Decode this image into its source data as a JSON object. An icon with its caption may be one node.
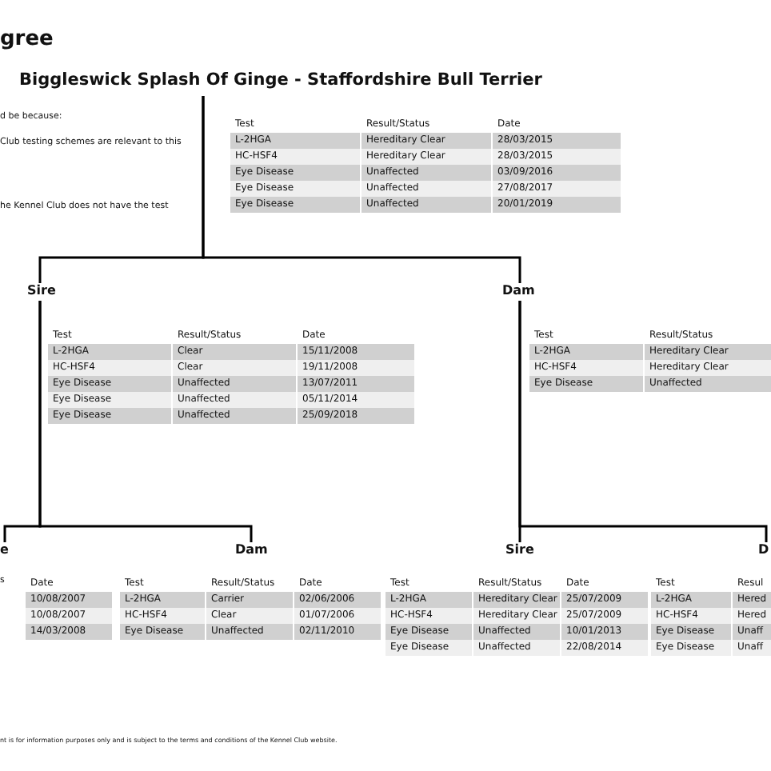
{
  "diagram": {
    "title": "gree",
    "nodes": [
      {
        "text": [
          "Biggleswick Splash Of Ginge - Staffordshire Bull Terrier"
        ]
      },
      {
        "text": [
          "Sire"
        ]
      },
      {
        "text": [
          "Dam"
        ]
      },
      {
        "text": [
          "e"
        ]
      },
      {
        "text": [
          "Dam"
        ]
      },
      {
        "text": [
          "Sire"
        ]
      },
      {
        "text": [
          "D"
        ]
      }
    ],
    "edges": [
      {
        "from": 0,
        "to": 1,
        "arrow": "none"
      },
      {
        "from": 0,
        "to": 2,
        "arrow": "none"
      },
      {
        "from": 1,
        "to": 3,
        "arrow": "none"
      },
      {
        "from": 1,
        "to": 4,
        "arrow": "none"
      },
      {
        "from": 2,
        "to": 5,
        "arrow": "none"
      },
      {
        "from": 2,
        "to": 6,
        "arrow": "none"
      }
    ],
    "labels": [
      "d be because:",
      "Club testing schemes are relevant to this",
      "he Kennel Club does not have the test",
      "Test",
      "Result/Status",
      "Date",
      "L-2HGA",
      "Hereditary Clear",
      "28/03/2015",
      "HC-HSF4",
      "Hereditary Clear",
      "28/03/2015",
      "Eye Disease",
      "Unaffected",
      "03/09/2016",
      "Eye Disease",
      "Unaffected",
      "27/08/2017",
      "Eye Disease",
      "Unaffected",
      "20/01/2019",
      "Test",
      "Result/Status",
      "Date",
      "L-2HGA",
      "Clear",
      "15/11/2008",
      "HC-HSF4",
      "Clear",
      "19/11/2008",
      "Eye Disease",
      "Unaffected",
      "13/07/2011",
      "Eye Disease",
      "Unaffected",
      "05/11/2014",
      "Eye Disease",
      "Unaffected",
      "25/09/2018",
      "Test",
      "Result/Status",
      "L-2HGA",
      "Hereditary Clear",
      "HC-HSF4",
      "Hereditary Clear",
      "Eye Disease",
      "Unaffected",
      "s",
      "Date",
      "10/08/2007",
      "10/08/2007",
      "14/03/2008",
      "Test",
      "Result/Status",
      "Date",
      "L-2HGA",
      "Carrier",
      "02/06/2006",
      "HC-HSF4",
      "Clear",
      "01/07/2006",
      "Eye Disease",
      "Unaffected",
      "02/11/2010",
      "Test",
      "Result/Status",
      "Date",
      "L-2HGA",
      "Hereditary Clear",
      "25/07/2009",
      "HC-HSF4",
      "Hereditary Clear",
      "25/07/2009",
      "Eye Disease",
      "Unaffected",
      "10/01/2013",
      "Eye Disease",
      "Unaffected",
      "22/08/2014",
      "Test",
      "Resul",
      "L-2HGA",
      "Hered",
      "HC-HSF4",
      "Hered",
      "Eye Disease",
      "Unaff",
      "Eye Disease",
      "Unaff",
      "nt is for information purposes only and is subject to the terms and conditions of the Kennel Club website."
    ]
  }
}
